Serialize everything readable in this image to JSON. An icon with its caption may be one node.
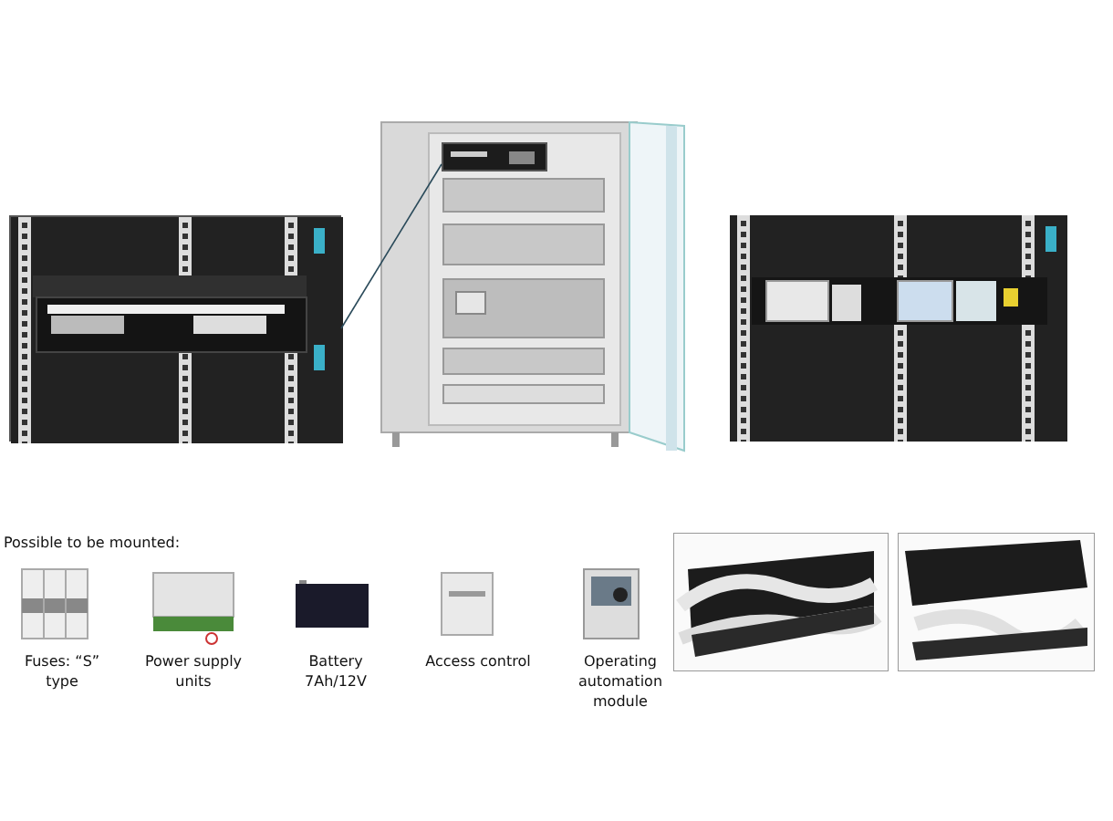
{
  "diagram": {
    "nodes": [
      {
        "text": [],
        "shape": "picture"
      },
      {
        "text": [],
        "shape": "picture"
      }
    ],
    "edges": [
      {
        "from": 1,
        "to": 0,
        "arrow": "none"
      }
    ],
    "labels": [
      "Possible to be mounted:",
      "Fuses: “S” type",
      "Power supply units",
      "Battery 7Ah/12V",
      "Access control",
      "Operating automation module"
    ]
  }
}
